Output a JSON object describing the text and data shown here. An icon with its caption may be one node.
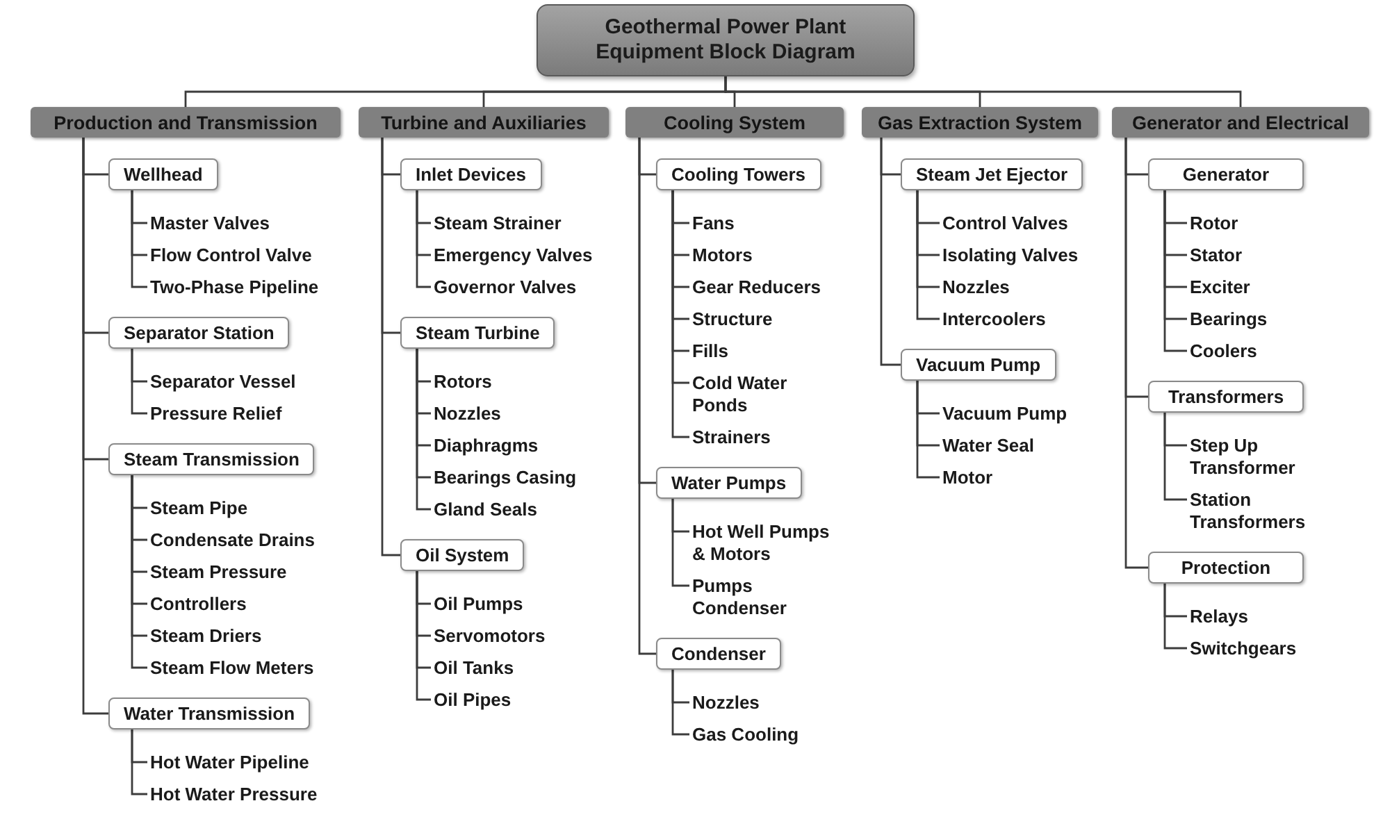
{
  "diagram": {
    "nodes": [
      {
        "text": [
          "Geothermal Power Plant Equipment Block Diagram"
        ]
      },
      {
        "text": [
          "Production and Transmission"
        ]
      },
      {
        "text": [
          "Wellhead"
        ]
      },
      {
        "text": [
          "Master Valves"
        ]
      },
      {
        "text": [
          "Flow Control Valve"
        ]
      },
      {
        "text": [
          "Two-Phase Pipeline"
        ]
      },
      {
        "text": [
          "Separator Station"
        ]
      },
      {
        "text": [
          "Separator Vessel"
        ]
      },
      {
        "text": [
          "Pressure Relief"
        ]
      },
      {
        "text": [
          "Steam Transmission"
        ]
      },
      {
        "text": [
          "Steam Pipe"
        ]
      },
      {
        "text": [
          "Condensate Drains"
        ]
      },
      {
        "text": [
          "Steam Pressure"
        ]
      },
      {
        "text": [
          "Controllers"
        ]
      },
      {
        "text": [
          "Steam Driers"
        ]
      },
      {
        "text": [
          "Steam Flow Meters"
        ]
      },
      {
        "text": [
          "Water Transmission"
        ]
      },
      {
        "text": [
          "Hot Water Pipeline"
        ]
      },
      {
        "text": [
          "Hot Water Pressure"
        ]
      },
      {
        "text": [
          "Turbine and Auxiliaries"
        ]
      },
      {
        "text": [
          "Inlet Devices"
        ]
      },
      {
        "text": [
          "Steam Strainer"
        ]
      },
      {
        "text": [
          "Emergency Valves"
        ]
      },
      {
        "text": [
          "Governor Valves"
        ]
      },
      {
        "text": [
          "Steam Turbine"
        ]
      },
      {
        "text": [
          "Rotors"
        ]
      },
      {
        "text": [
          "Nozzles"
        ]
      },
      {
        "text": [
          "Diaphragms"
        ]
      },
      {
        "text": [
          "Bearings Casing"
        ]
      },
      {
        "text": [
          "Gland Seals"
        ]
      },
      {
        "text": [
          "Oil System"
        ]
      },
      {
        "text": [
          "Oil Pumps"
        ]
      },
      {
        "text": [
          "Servomotors"
        ]
      },
      {
        "text": [
          "Oil Tanks"
        ]
      },
      {
        "text": [
          "Oil Pipes"
        ]
      },
      {
        "text": [
          "Cooling System"
        ]
      },
      {
        "text": [
          "Cooling Towers"
        ]
      },
      {
        "text": [
          "Fans"
        ]
      },
      {
        "text": [
          "Motors"
        ]
      },
      {
        "text": [
          "Gear Reducers"
        ]
      },
      {
        "text": [
          "Structure"
        ]
      },
      {
        "text": [
          "Fills"
        ]
      },
      {
        "text": [
          "Cold Water Ponds"
        ]
      },
      {
        "text": [
          "Strainers"
        ]
      },
      {
        "text": [
          "Water Pumps"
        ]
      },
      {
        "text": [
          "Hot Well Pumps & Motors"
        ]
      },
      {
        "text": [
          "Pumps Condenser"
        ]
      },
      {
        "text": [
          "Condenser"
        ]
      },
      {
        "text": [
          "Nozzles"
        ]
      },
      {
        "text": [
          "Gas Cooling"
        ]
      },
      {
        "text": [
          "Gas Extraction System"
        ]
      },
      {
        "text": [
          "Steam Jet Ejector"
        ]
      },
      {
        "text": [
          "Control Valves"
        ]
      },
      {
        "text": [
          "Isolating Valves"
        ]
      },
      {
        "text": [
          "Nozzles"
        ]
      },
      {
        "text": [
          "Intercoolers"
        ]
      },
      {
        "text": [
          "Vacuum Pump"
        ]
      },
      {
        "text": [
          "Vacuum Pump"
        ]
      },
      {
        "text": [
          "Water Seal"
        ]
      },
      {
        "text": [
          "Motor"
        ]
      },
      {
        "text": [
          "Generator and Electrical"
        ]
      },
      {
        "text": [
          "Generator"
        ]
      },
      {
        "text": [
          "Rotor"
        ]
      },
      {
        "text": [
          "Stator"
        ]
      },
      {
        "text": [
          "Exciter"
        ]
      },
      {
        "text": [
          "Bearings"
        ]
      },
      {
        "text": [
          "Coolers"
        ]
      },
      {
        "text": [
          "Transformers"
        ]
      },
      {
        "text": [
          "Step Up Transformer"
        ]
      },
      {
        "text": [
          "Station Transformers"
        ]
      },
      {
        "text": [
          "Protection"
        ]
      },
      {
        "text": [
          "Relays"
        ]
      },
      {
        "text": [
          "Switchgears"
        ]
      }
    ],
    "edges": [
      {
        "from": 0,
        "to": 1,
        "arrow": "none"
      },
      {
        "from": 0,
        "to": 19,
        "arrow": "none"
      },
      {
        "from": 0,
        "to": 35,
        "arrow": "none"
      },
      {
        "from": 0,
        "to": 50,
        "arrow": "none"
      },
      {
        "from": 0,
        "to": 60,
        "arrow": "none"
      },
      {
        "from": 1,
        "to": 2,
        "arrow": "none"
      },
      {
        "from": 2,
        "to": 3,
        "arrow": "none"
      },
      {
        "from": 2,
        "to": 4,
        "arrow": "none"
      },
      {
        "from": 2,
        "to": 5,
        "arrow": "none"
      },
      {
        "from": 1,
        "to": 6,
        "arrow": "none"
      },
      {
        "from": 6,
        "to": 7,
        "arrow": "none"
      },
      {
        "from": 6,
        "to": 8,
        "arrow": "none"
      },
      {
        "from": 1,
        "to": 9,
        "arrow": "none"
      },
      {
        "from": 9,
        "to": 10,
        "arrow": "none"
      },
      {
        "from": 9,
        "to": 11,
        "arrow": "none"
      },
      {
        "from": 9,
        "to": 12,
        "arrow": "none"
      },
      {
        "from": 9,
        "to": 13,
        "arrow": "none"
      },
      {
        "from": 9,
        "to": 14,
        "arrow": "none"
      },
      {
        "from": 9,
        "to": 15,
        "arrow": "none"
      },
      {
        "from": 1,
        "to": 16,
        "arrow": "none"
      },
      {
        "from": 16,
        "to": 17,
        "arrow": "none"
      },
      {
        "from": 16,
        "to": 18,
        "arrow": "none"
      },
      {
        "from": 19,
        "to": 20,
        "arrow": "none"
      },
      {
        "from": 20,
        "to": 21,
        "arrow": "none"
      },
      {
        "from": 20,
        "to": 22,
        "arrow": "none"
      },
      {
        "from": 20,
        "to": 23,
        "arrow": "none"
      },
      {
        "from": 19,
        "to": 24,
        "arrow": "none"
      },
      {
        "from": 24,
        "to": 25,
        "arrow": "none"
      },
      {
        "from": 24,
        "to": 26,
        "arrow": "none"
      },
      {
        "from": 24,
        "to": 27,
        "arrow": "none"
      },
      {
        "from": 24,
        "to": 28,
        "arrow": "none"
      },
      {
        "from": 24,
        "to": 29,
        "arrow": "none"
      },
      {
        "from": 19,
        "to": 30,
        "arrow": "none"
      },
      {
        "from": 30,
        "to": 31,
        "arrow": "none"
      },
      {
        "from": 30,
        "to": 32,
        "arrow": "none"
      },
      {
        "from": 30,
        "to": 33,
        "arrow": "none"
      },
      {
        "from": 30,
        "to": 34,
        "arrow": "none"
      },
      {
        "from": 35,
        "to": 36,
        "arrow": "none"
      },
      {
        "from": 36,
        "to": 37,
        "arrow": "none"
      },
      {
        "from": 36,
        "to": 38,
        "arrow": "none"
      },
      {
        "from": 36,
        "to": 39,
        "arrow": "none"
      },
      {
        "from": 36,
        "to": 40,
        "arrow": "none"
      },
      {
        "from": 36,
        "to": 41,
        "arrow": "none"
      },
      {
        "from": 36,
        "to": 42,
        "arrow": "none"
      },
      {
        "from": 36,
        "to": 43,
        "arrow": "none"
      },
      {
        "from": 35,
        "to": 44,
        "arrow": "none"
      },
      {
        "from": 44,
        "to": 45,
        "arrow": "none"
      },
      {
        "from": 44,
        "to": 46,
        "arrow": "none"
      },
      {
        "from": 35,
        "to": 47,
        "arrow": "none"
      },
      {
        "from": 47,
        "to": 48,
        "arrow": "none"
      },
      {
        "from": 47,
        "to": 49,
        "arrow": "none"
      },
      {
        "from": 50,
        "to": 51,
        "arrow": "none"
      },
      {
        "from": 51,
        "to": 52,
        "arrow": "none"
      },
      {
        "from": 51,
        "to": 53,
        "arrow": "none"
      },
      {
        "from": 51,
        "to": 54,
        "arrow": "none"
      },
      {
        "from": 51,
        "to": 55,
        "arrow": "none"
      },
      {
        "from": 50,
        "to": 56,
        "arrow": "none"
      },
      {
        "from": 56,
        "to": 57,
        "arrow": "none"
      },
      {
        "from": 56,
        "to": 58,
        "arrow": "none"
      },
      {
        "from": 56,
        "to": 59,
        "arrow": "none"
      },
      {
        "from": 60,
        "to": 61,
        "arrow": "none"
      },
      {
        "from": 61,
        "to": 62,
        "arrow": "none"
      },
      {
        "from": 61,
        "to": 63,
        "arrow": "none"
      },
      {
        "from": 61,
        "to": 64,
        "arrow": "none"
      },
      {
        "from": 61,
        "to": 65,
        "arrow": "none"
      },
      {
        "from": 61,
        "to": 66,
        "arrow": "none"
      },
      {
        "from": 60,
        "to": 67,
        "arrow": "none"
      },
      {
        "from": 67,
        "to": 68,
        "arrow": "none"
      },
      {
        "from": 67,
        "to": 69,
        "arrow": "none"
      },
      {
        "from": 60,
        "to": 70,
        "arrow": "none"
      },
      {
        "from": 70,
        "to": 71,
        "arrow": "none"
      },
      {
        "from": 70,
        "to": 72,
        "arrow": "none"
      }
    ]
  }
}
